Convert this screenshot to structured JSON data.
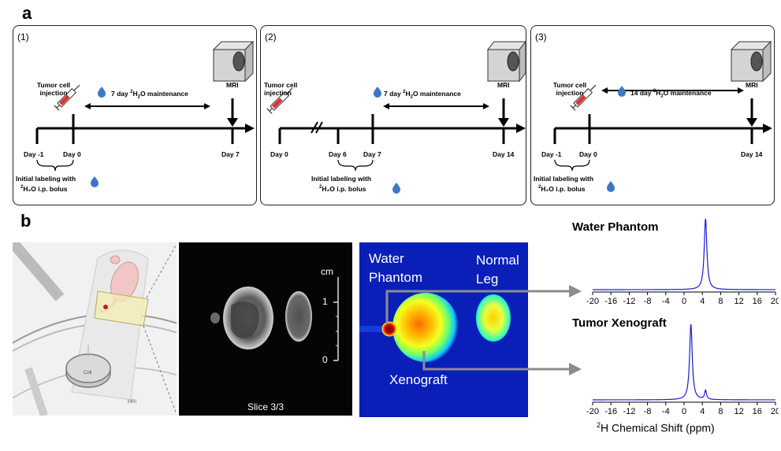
{
  "panel_a_label": "a",
  "panel_b_label": "b",
  "timelines": [
    {
      "index": "(1)",
      "injection": "Tumor cell injection",
      "maintenance_prefix": "7 day ",
      "maintenance_suffix": " maintenance",
      "mri": "MRI",
      "days": [
        "Day -1",
        "Day 0",
        "Day 7"
      ],
      "labeling_line1": "Initial labeling with",
      "labeling_line2": "H₂O i.p. bolus"
    },
    {
      "index": "(2)",
      "injection": "Tumor cell injection",
      "maintenance_prefix": "7 day ",
      "maintenance_suffix": " maintenance",
      "mri": "MRI",
      "days": [
        "Day 0",
        "Day 6",
        "Day 7",
        "Day 14"
      ],
      "labeling_line1": "Initial labeling with",
      "labeling_line2": "H₂O i.p. bolus"
    },
    {
      "index": "(3)",
      "injection": "Tumor cell injection",
      "maintenance_prefix": "14 day ",
      "maintenance_suffix": " maintenance",
      "mri": "MRI",
      "days": [
        "Day -1",
        "Day 0",
        "Day 14"
      ],
      "labeling_line1": "Initial labeling with",
      "labeling_line2": "H₂O i.p. bolus"
    }
  ],
  "illustration": {
    "coil_label": "Coil",
    "mri_label": "MRI"
  },
  "mri_image": {
    "slice_label": "Slice 3/3",
    "scale_unit": "cm",
    "scale_ticks": [
      "1",
      "0"
    ]
  },
  "color_map": {
    "water_phantom_label": "Water Phantom",
    "normal_leg_label": "Normal Leg",
    "xenograft_label": "Xenograft"
  },
  "spectra": [
    {
      "title": "Water Phantom",
      "peak_ppm": 4.7,
      "peak_height": 1.0
    },
    {
      "title": "Tumor Xenograft",
      "peak_ppm": 1.5,
      "peak_height": 1.0,
      "minor_peak_ppm": 4.7,
      "minor_peak_height": 0.12
    }
  ],
  "spectra_axis": {
    "ticks": [
      "-20",
      "-16",
      "-12",
      "-8",
      "-4",
      "0",
      "4",
      "8",
      "12",
      "16",
      "20"
    ],
    "xlabel_sup": "2",
    "xlabel": "H Chemical Shift (ppm)"
  },
  "colors": {
    "spectrum_line": "#1a1ad6",
    "blue_map": "#0a1fb8",
    "arrow_gray": "#8c8c8c"
  }
}
